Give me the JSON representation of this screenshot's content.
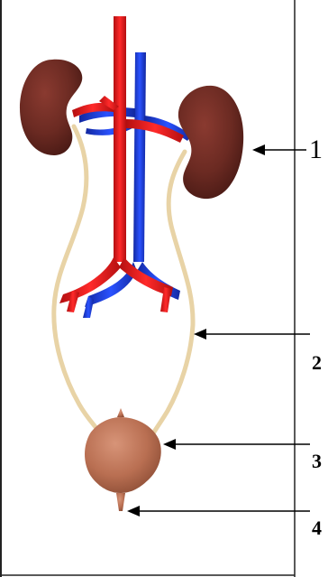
{
  "labels": {
    "one": "1",
    "two": "2",
    "three": "3",
    "four": "4"
  },
  "colors": {
    "artery": "#e41a1c",
    "vein": "#1f3fd6",
    "kidney": "#6b2a22",
    "ureter": "#e8d3a6",
    "bladder": "#b96f52",
    "frame_line": "#222222",
    "arrow": "#000000"
  },
  "icons": {
    "arrow": "left-pointing-arrow"
  }
}
